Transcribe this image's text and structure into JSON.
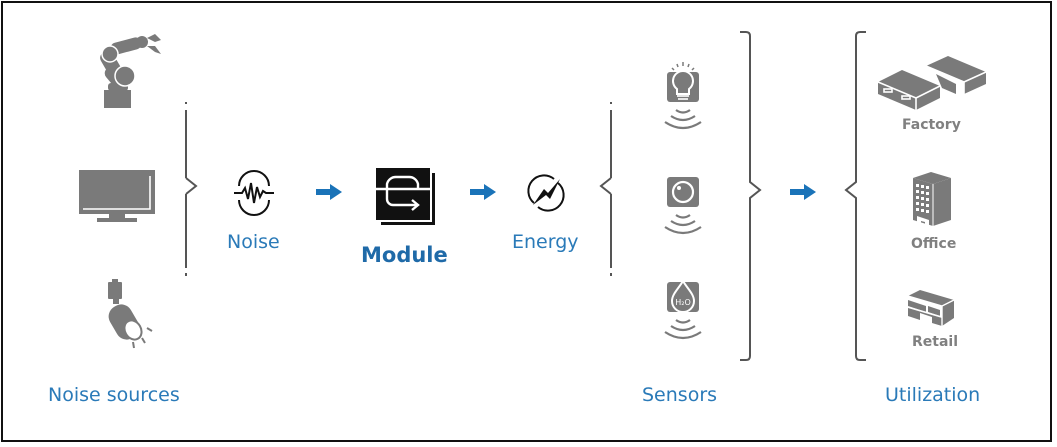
{
  "diagram": {
    "colors": {
      "accent_blue": "#2a7ab8",
      "arrow_blue": "#1a73b8",
      "icon_gray": "#7a7a7a",
      "bracket_gray": "#555555",
      "module_black": "#111111"
    },
    "columns": {
      "noise_sources": {
        "label": "Noise sources",
        "icons": [
          "robot-arm-icon",
          "monitor-icon",
          "spotlight-icon"
        ]
      },
      "noise": {
        "label": "Noise",
        "icon": "noise-waveform-icon"
      },
      "module": {
        "label": "Module",
        "icon": "module-icon"
      },
      "energy": {
        "label": "Energy",
        "icon": "energy-bolt-icon"
      },
      "sensors": {
        "label": "Sensors",
        "items": [
          {
            "icon": "light-bulb-sensor-icon"
          },
          {
            "icon": "camera-sensor-icon"
          },
          {
            "icon": "water-sensor-icon",
            "badge": "H₂O"
          }
        ]
      },
      "utilization": {
        "label": "Utilization",
        "items": [
          {
            "label": "Factory",
            "icon": "factory-icon"
          },
          {
            "label": "Office",
            "icon": "office-building-icon"
          },
          {
            "label": "Retail",
            "icon": "retail-store-icon"
          }
        ]
      }
    },
    "flow": [
      "Noise sources",
      "Noise",
      "Module",
      "Energy",
      "Sensors",
      "Utilization"
    ]
  }
}
